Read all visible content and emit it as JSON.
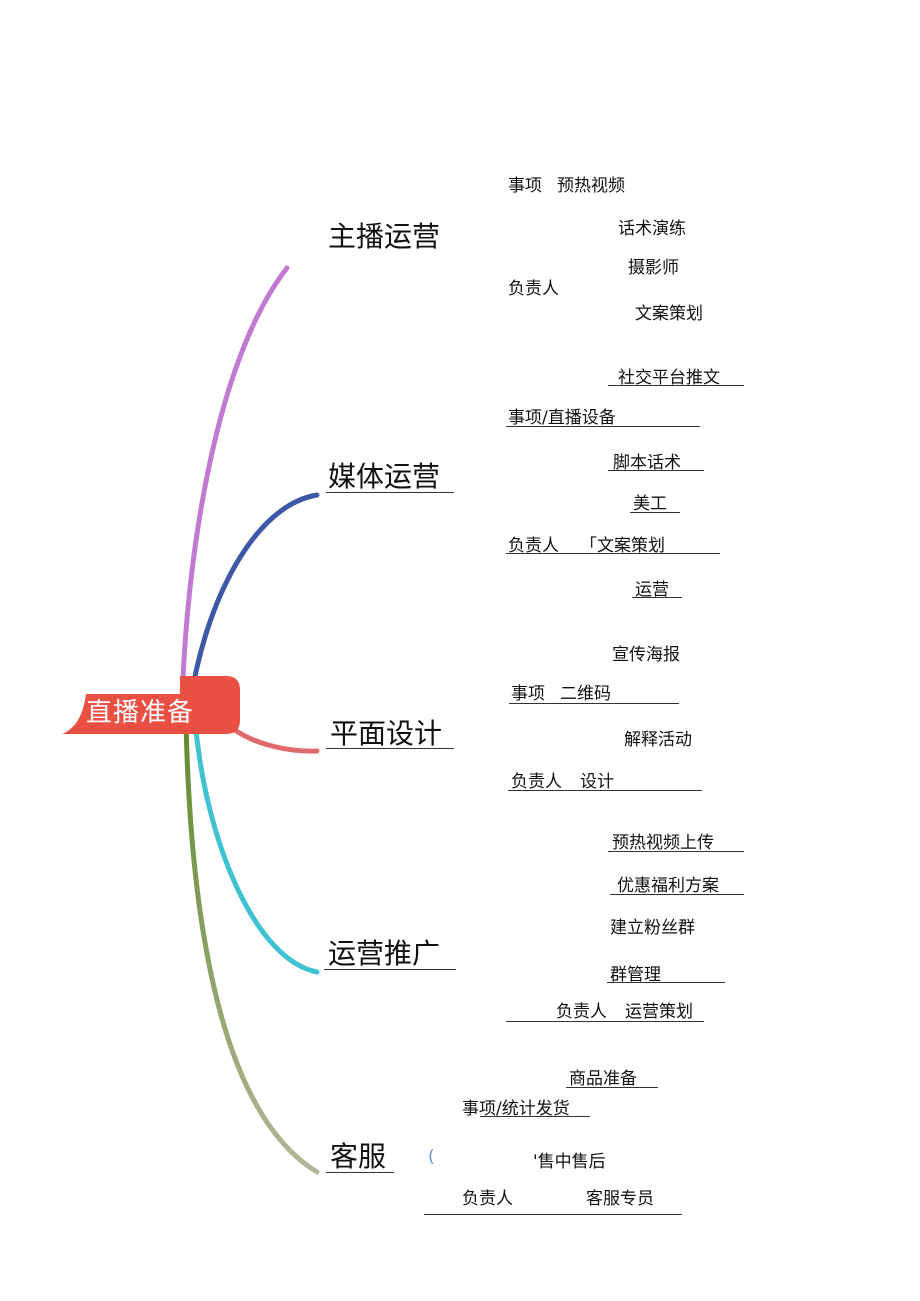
{
  "root": {
    "label": "直播准备",
    "color": "#ea4f43"
  },
  "branches": [
    {
      "label": "主播运营",
      "color": "#c17ad1",
      "items": [
        "事项",
        "预热视频",
        "话术演练",
        "摄影师",
        "负责人",
        "文案策划"
      ]
    },
    {
      "label": "媒体运营",
      "color": "#3d58a6",
      "items": [
        "社交平台推文",
        "事项/直播设备",
        "脚本话术",
        "美工",
        "负责人",
        "「文案策划",
        "运营"
      ]
    },
    {
      "label": "平面设计",
      "color": "#e06a6a",
      "items": [
        "宣传海报",
        "事项",
        "二维码",
        "解释活动",
        "负责人",
        "设计"
      ]
    },
    {
      "label": "运营推广",
      "color": "#3fc3d1",
      "items": [
        "预热视频上传",
        "优惠福利方案",
        "建立粉丝群",
        "群管理",
        "负责人",
        "运营策划"
      ]
    },
    {
      "label": "客服",
      "color": "#6f8f39",
      "items": [
        "商品准备",
        "事项/统计发货",
        "(",
        "'售中售后",
        "负责人",
        "客服专员"
      ]
    }
  ]
}
